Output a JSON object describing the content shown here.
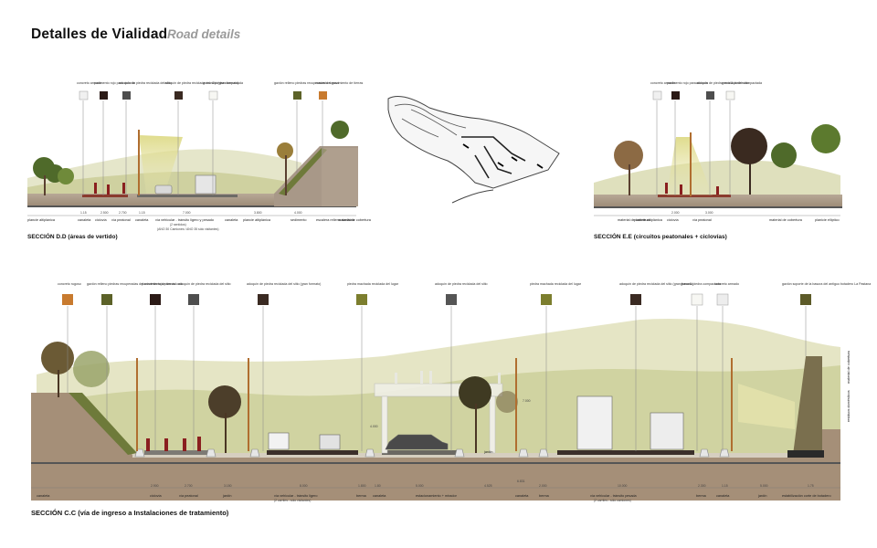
{
  "header": {
    "title": "Detalles de Vialidad",
    "subtitle": "Road details"
  },
  "sections": {
    "dd": {
      "caption": "SECCIÓN D.D (áreas de vertido)",
      "materials": [
        "concreto armado",
        "pavimento rojo para ciclovía",
        "adoquín de piedra reciclada del sitio",
        "adoquín de piedra reciclada del sitio (gran formato)",
        "grava & piedra compactada",
        "gavión relleno piedras recuperadas del movimiento de tierras",
        "concreto rugoso"
      ],
      "ground_labels": [
        "plancie altiplánica",
        "canaleta",
        "ciclovía",
        "vía peatonal",
        "canaleta",
        "vía vehicular - tránsito ligero y pesado",
        "canaleta",
        "plancie altiplánica",
        "sedimento",
        "escalera relleno sanitario",
        "material de cobertura"
      ],
      "dims": [
        "1.15",
        "2.500",
        "2.700",
        "1.15",
        "7.000",
        "3.800",
        "4.000"
      ],
      "note": "(2 sentidos)",
      "note2": "(ANO 30 Camiones / ANO 35 sólo visitantes)"
    },
    "ee": {
      "caption": "SECCIÓN E.E (circuitos peatonales + ciclovías)",
      "materials": [
        "concreto armado",
        "pavimento rojo para ciclovía",
        "adoquín de piedra reciclada del sitio",
        "grava & piedra compactada"
      ],
      "ground_labels": [
        "material de cobertura",
        "planicie altiplánica",
        "ciclovía",
        "vía peatonal",
        "material de cobertura",
        "planicie elliptico"
      ],
      "dims": [
        "2.000",
        "3.000"
      ]
    },
    "cc": {
      "caption": "SECCIÓN C.C (vía de ingreso a Instalaciones de tratamiento)",
      "materials": [
        "concreto rugoso",
        "gavión relleno piedras recuperadas del movimiento de tierras",
        "pavimento rojo para ciclovía",
        "adoquín de piedra reciclada del sitio",
        "adoquín de piedra reciclada del sitio (gran formato)",
        "piedra machada reciclada del lugar",
        "adoquín de piedra reciclada del sitio",
        "piedra machada reciclada del lugar",
        "adoquín de piedra reciclada del sitio (gran formato)",
        "grava & piedra compactada",
        "concreto armado",
        "gavión soporte de la basura del antiguo botadero La Pastana"
      ],
      "ground_labels": [
        "canaleta",
        "ciclovía",
        "vía peatonal",
        "jardín",
        "vía vehicular - tránsito ligero",
        "berma",
        "canaleta",
        "estacionamiento + mirador",
        "canaleta",
        "berma",
        "vía vehicular - tránsito pesada",
        "berma",
        "canaleta",
        "jardín",
        "estabilización corte de botadero"
      ],
      "sublabels": [
        "(2 carriles - sólo visitantes)",
        "(2 carriles - sólo camiones)"
      ],
      "dims": [
        "2.900",
        "2.700",
        "3.150",
        "8.000",
        "1.800",
        "1.80",
        "5.000",
        "4.525",
        "6.831",
        "2.000",
        "10.000",
        "2.300",
        "1.15",
        "5.000",
        "1.75"
      ],
      "side_labels": [
        "material de cobertura",
        "residuos domésticos"
      ],
      "center_label": "jardín",
      "height_labels": [
        "4.000",
        "7.000"
      ]
    }
  }
}
